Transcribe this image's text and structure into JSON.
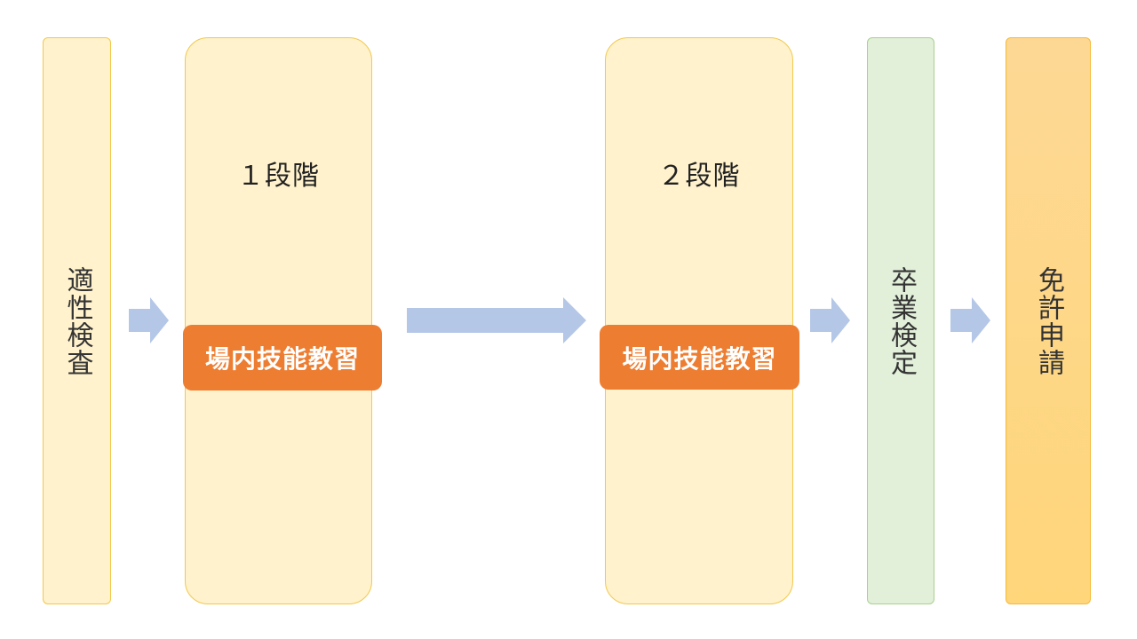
{
  "steps": {
    "aptitude_test": "適性検査",
    "stage1": {
      "label": "１段階",
      "badge": "場内技能教習"
    },
    "stage2": {
      "label": "２段階",
      "badge": "場内技能教習"
    },
    "graduation_test": "卒業検定",
    "license_application": "免許申請"
  },
  "colors": {
    "pale_fill": "#fff2cc",
    "pale_border": "#f2c84b",
    "green_fill": "#e2efd9",
    "orange_fill": "#ffd67a",
    "badge_fill": "#ed7d31",
    "arrow_fill": "#b4c7e7"
  }
}
